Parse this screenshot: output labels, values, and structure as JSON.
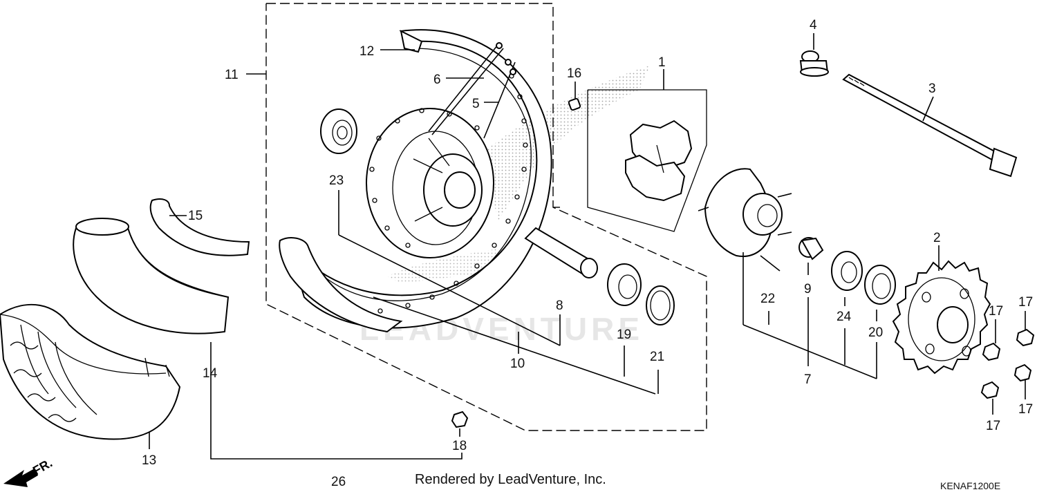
{
  "diagram": {
    "callouts": {
      "c1": "1",
      "c2": "2",
      "c3": "3",
      "c4": "4",
      "c5": "5",
      "c6": "6",
      "c7": "7",
      "c8": "8",
      "c9": "9",
      "c10": "10",
      "c11": "11",
      "c12": "12",
      "c13": "13",
      "c14": "14",
      "c15": "15",
      "c16": "16",
      "c17a": "17",
      "c17b": "17",
      "c17c": "17",
      "c17d": "17",
      "c18": "18",
      "c19": "19",
      "c20": "20",
      "c21": "21",
      "c22": "22",
      "c23": "23",
      "c24": "24",
      "c26": "26"
    },
    "direction_marker": "FR.",
    "watermark": "LEADVENTURE",
    "footer_credit": "Rendered by LeadVenture, Inc.",
    "diagram_code": "KENAF1200E"
  }
}
